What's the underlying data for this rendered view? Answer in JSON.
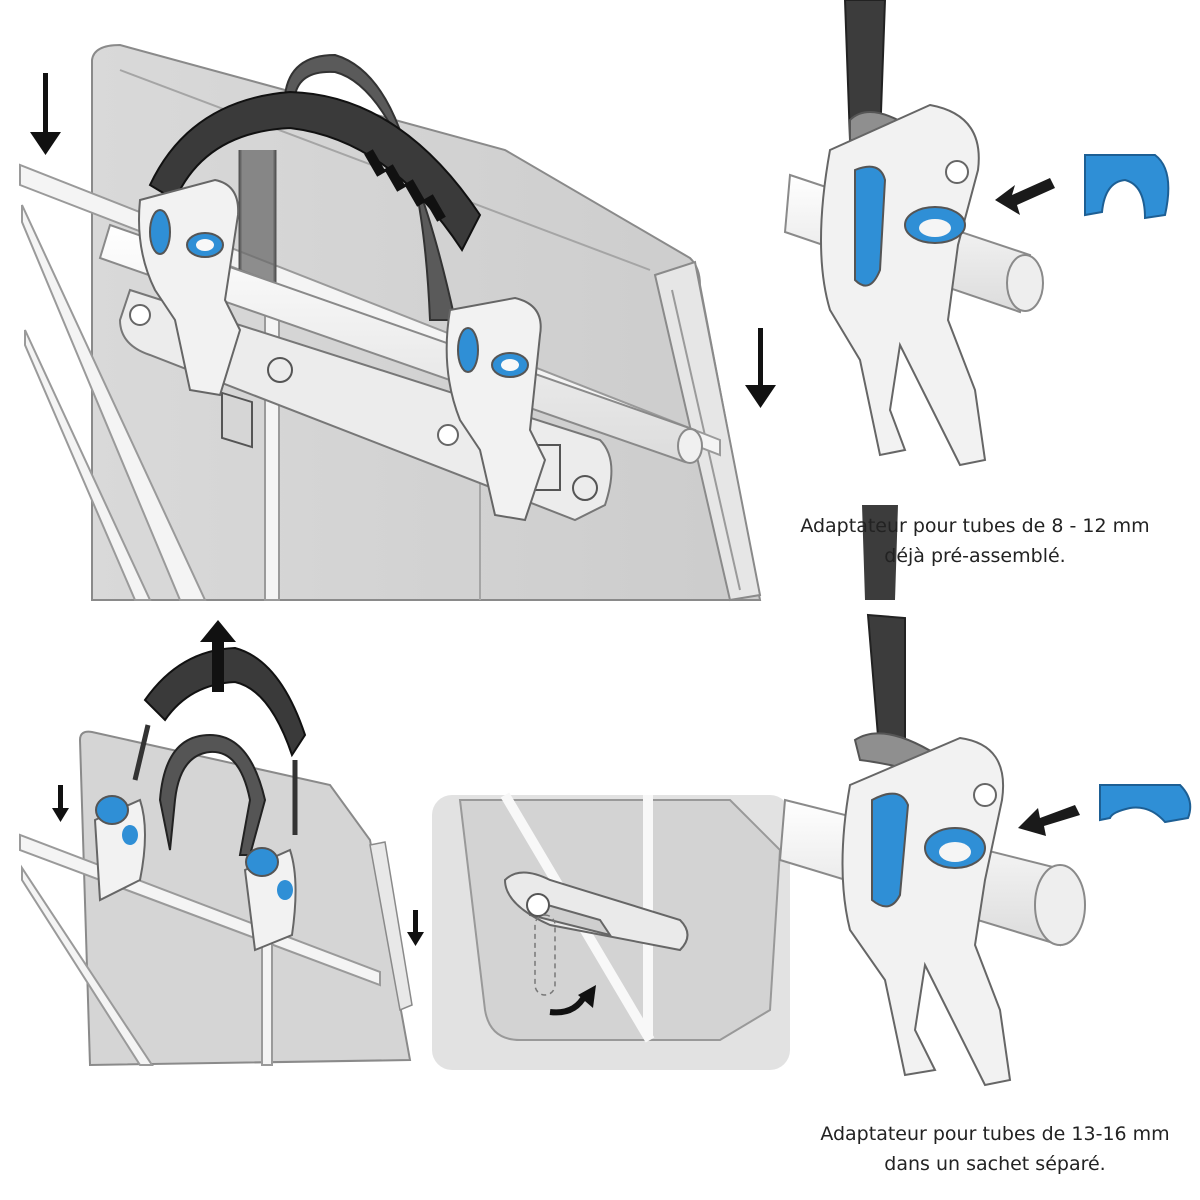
{
  "captions": {
    "small_tube": {
      "line1": "Adaptateur pour tubes de 8 - 12 mm",
      "line2": "déjà pré-assemblé."
    },
    "large_tube": {
      "line1": "Adaptateur pour tubes de 13-16 mm",
      "line2": "dans un sachet séparé."
    }
  },
  "colors": {
    "accent_blue": "#2f8fd6",
    "bag_gray": "#d4d4d4",
    "handle_dark": "#333333",
    "clip_white": "#f2f2f2",
    "inset_bg": "#e2e2e2"
  },
  "icons": [
    "down-arrow-icon",
    "up-arrow-icon",
    "push-arrow-icon",
    "curved-arrow-icon"
  ]
}
